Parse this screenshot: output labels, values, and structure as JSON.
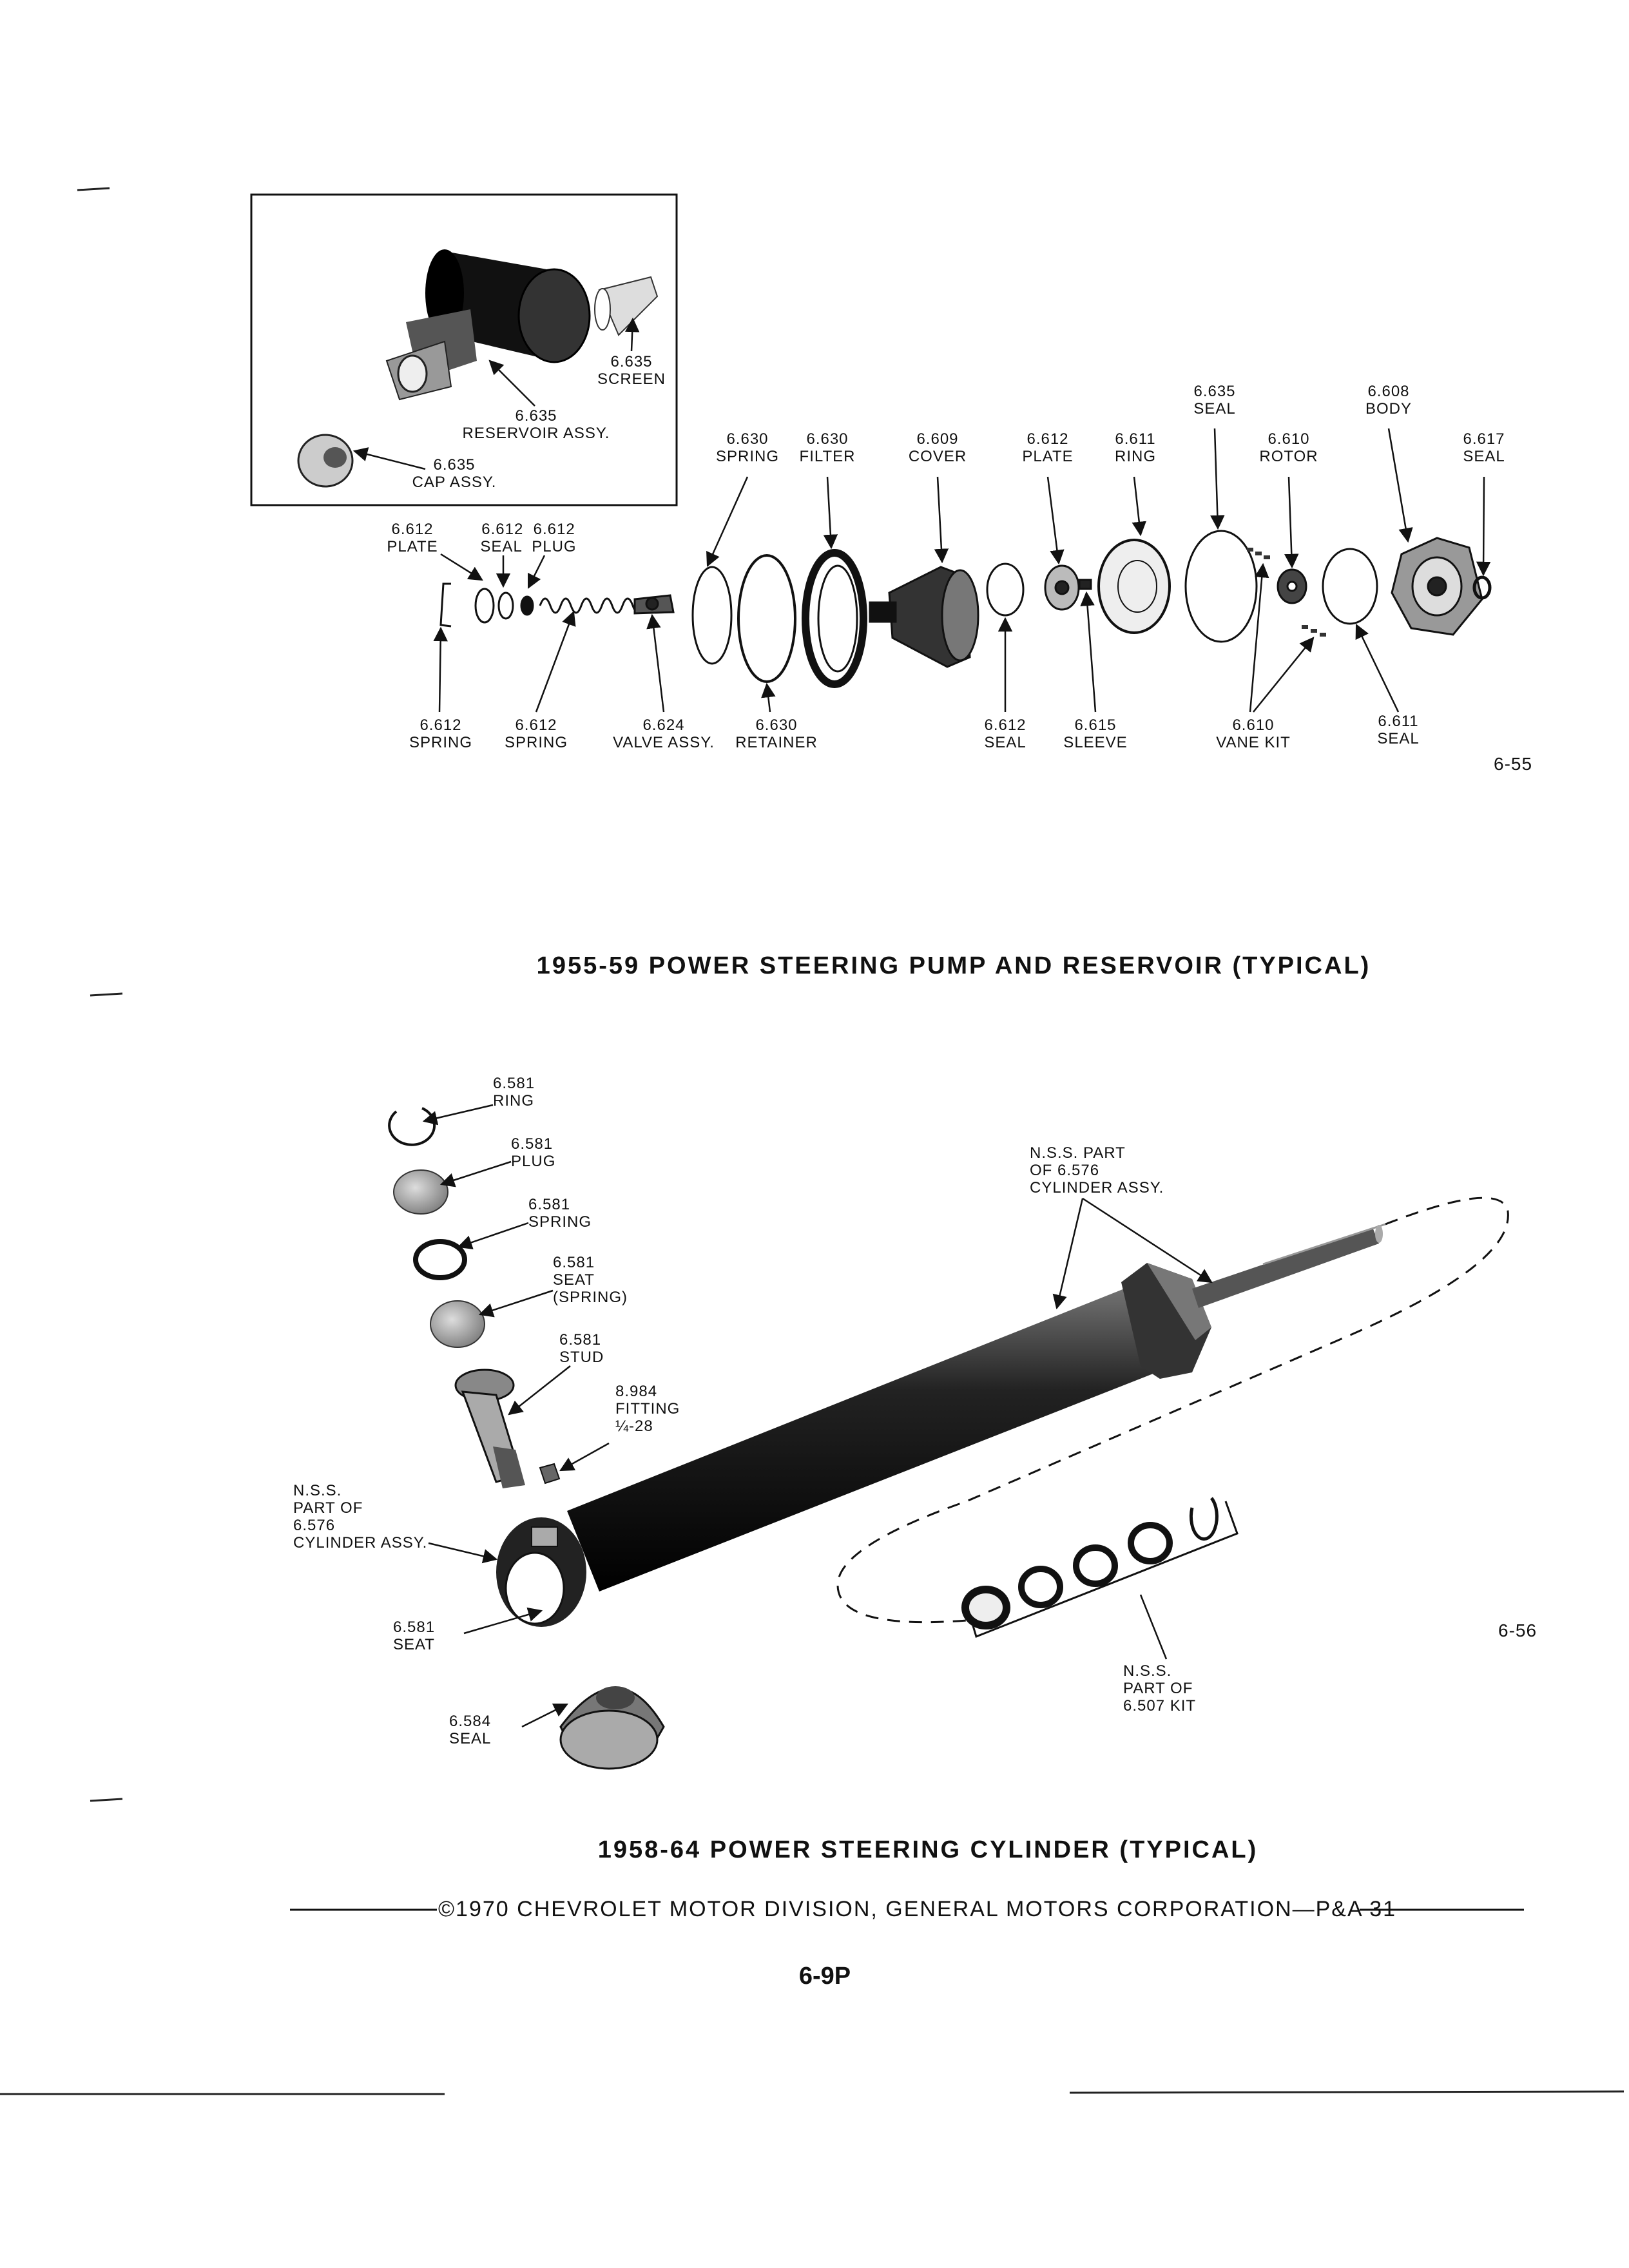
{
  "figure_top": {
    "number": "6-55",
    "caption": "1955-59 POWER STEERING PUMP AND RESERVOIR (TYPICAL)",
    "labels": {
      "screen": "6.635\nSCREEN",
      "reservoir": "6.635\nRESERVOIR ASSY.",
      "cap": "6.635\nCAP ASSY.",
      "plate_l": "6.612\nPLATE",
      "seal_plug": "6.612  6.612\nSEAL  PLUG",
      "spring_a": "6.612\nSPRING",
      "spring_b": "6.612\nSPRING",
      "valve": "6.624\nVALVE ASSY.",
      "retainer": "6.630\nRETAINER",
      "spring_c": "6.630\nSPRING",
      "filter": "6.630\nFILTER",
      "cover": "6.609\nCOVER",
      "plate_r": "6.612\nPLATE",
      "ring": "6.611\nRING",
      "seal_635": "6.635\nSEAL",
      "rotor": "6.610\nROTOR",
      "body": "6.608\nBODY",
      "seal_617": "6.617\nSEAL",
      "seal_612": "6.612\nSEAL",
      "sleeve": "6.615\nSLEEVE",
      "vane": "6.610\nVANE KIT",
      "seal_611": "6.611\nSEAL"
    }
  },
  "figure_bottom": {
    "number": "6-56",
    "caption": "1958-64 POWER STEERING CYLINDER (TYPICAL)",
    "labels": {
      "ring": "6.581\nRING",
      "plug": "6.581\nPLUG",
      "spring": "6.581\nSPRING",
      "seat_spring": "6.581\nSEAT\n(SPRING)",
      "stud": "6.581\nSTUD",
      "fitting": "8.984\nFITTING\n¼-28",
      "nss_cyl_top": "N.S.S. PART\nOF 6.576\nCYLINDER ASSY.",
      "nss_cyl_left": "N.S.S.\nPART OF\n6.576\nCYLINDER ASSY.",
      "seat": "6.581\nSEAT",
      "seal": "6.584\nSEAL",
      "nss_kit": "N.S.S.\nPART OF\n6.507 KIT"
    }
  },
  "footer": {
    "text": "©1970 CHEVROLET MOTOR DIVISION, GENERAL MOTORS CORPORATION—P&A 31",
    "page": "6-9P"
  }
}
